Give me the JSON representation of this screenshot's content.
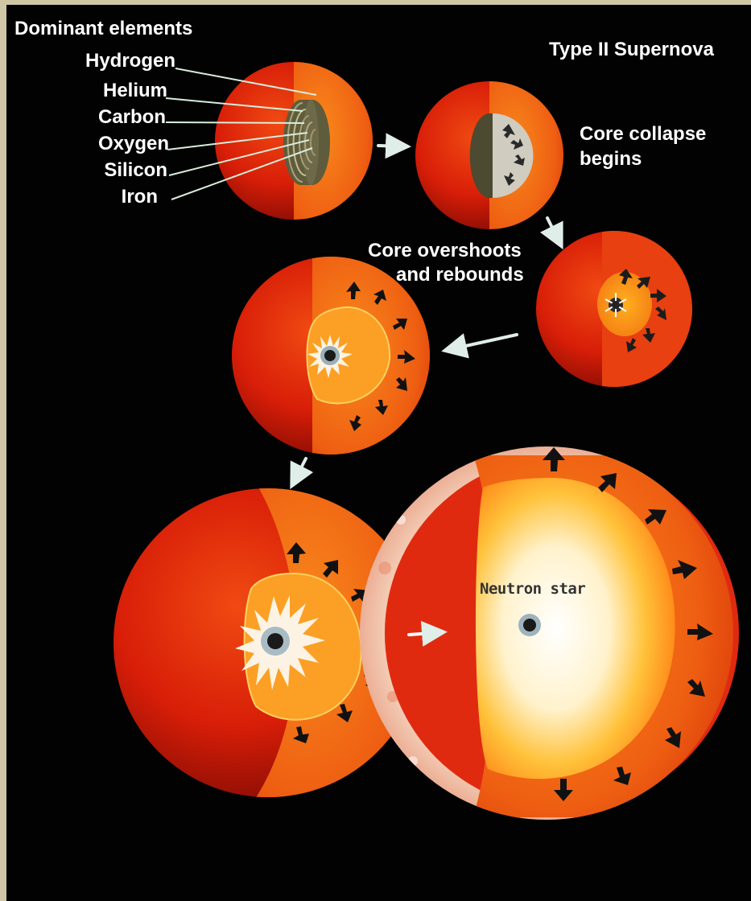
{
  "title": "Type II Supernova",
  "legend": {
    "heading": "Dominant elements",
    "elements": [
      "Hydrogen",
      "Helium",
      "Carbon",
      "Oxygen",
      "Silicon",
      "Iron"
    ]
  },
  "stages": [
    {
      "label_line1": "Core collapse",
      "label_line2": "begins"
    },
    {
      "label_line1": "Core overshoots",
      "label_line2": "and rebounds"
    }
  ],
  "neutron_star_label": "Neutron star",
  "colors": {
    "background": "#020202",
    "frame": "#cfc6a6",
    "star_outer": "#d41a08",
    "star_cut": "#f26a10",
    "core_hot": "#fff5e0",
    "label_text": "#ffffff"
  }
}
